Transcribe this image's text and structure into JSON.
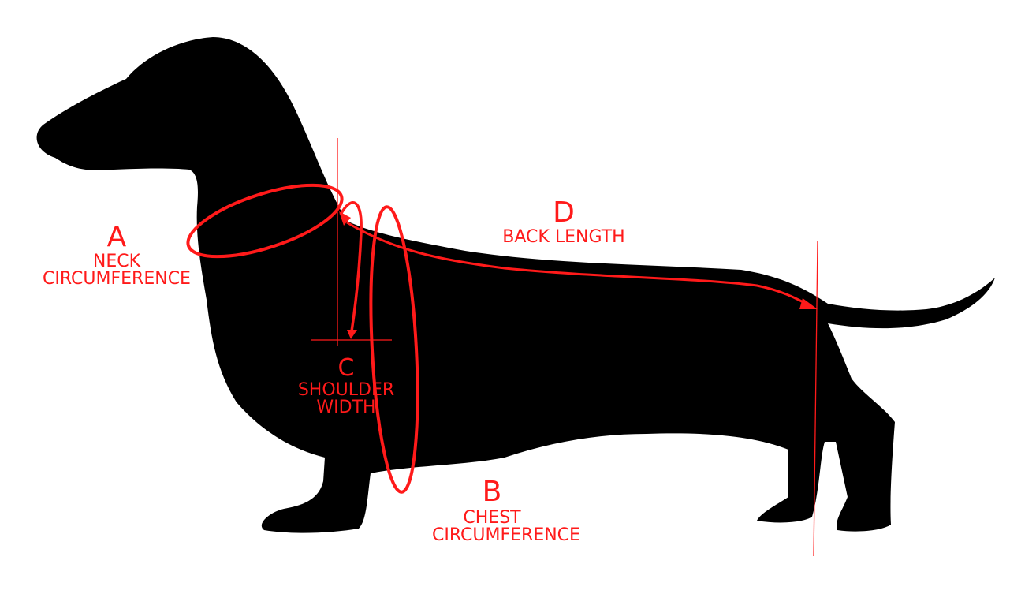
{
  "colors": {
    "accent": "#ff1a1a",
    "silhouette": "#000000",
    "background": "#ffffff"
  },
  "measurements": {
    "a": {
      "letter": "A",
      "line1": "NECK",
      "line2": "CIRCUMFERENCE"
    },
    "b": {
      "letter": "B",
      "line1": "CHEST",
      "line2": "CIRCUMFERENCE"
    },
    "c": {
      "letter": "C",
      "line1": "SHOULDER",
      "line2": "WIDTH"
    },
    "d": {
      "letter": "D",
      "line1": "BACK LENGTH"
    }
  }
}
